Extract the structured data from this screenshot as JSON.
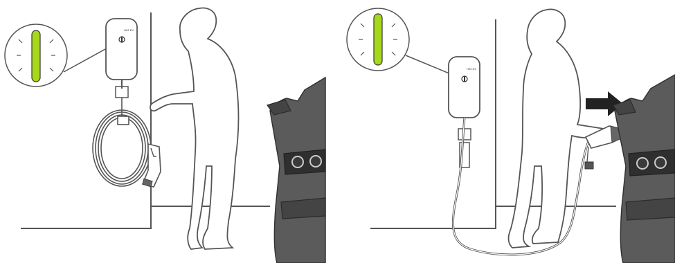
{
  "panels": [
    {
      "name": "left",
      "charger_brand": "HAT-EV",
      "indicator_color": "#a8d81c",
      "indicator_state": "glowing"
    },
    {
      "name": "right",
      "charger_brand": "HAT-EV",
      "indicator_color": "#a8d81c",
      "indicator_state": "glowing"
    }
  ],
  "colors": {
    "line": "#555555",
    "car_body": "#5b5b5b",
    "car_dark": "#3a3a3a",
    "arrow": "#222222"
  }
}
